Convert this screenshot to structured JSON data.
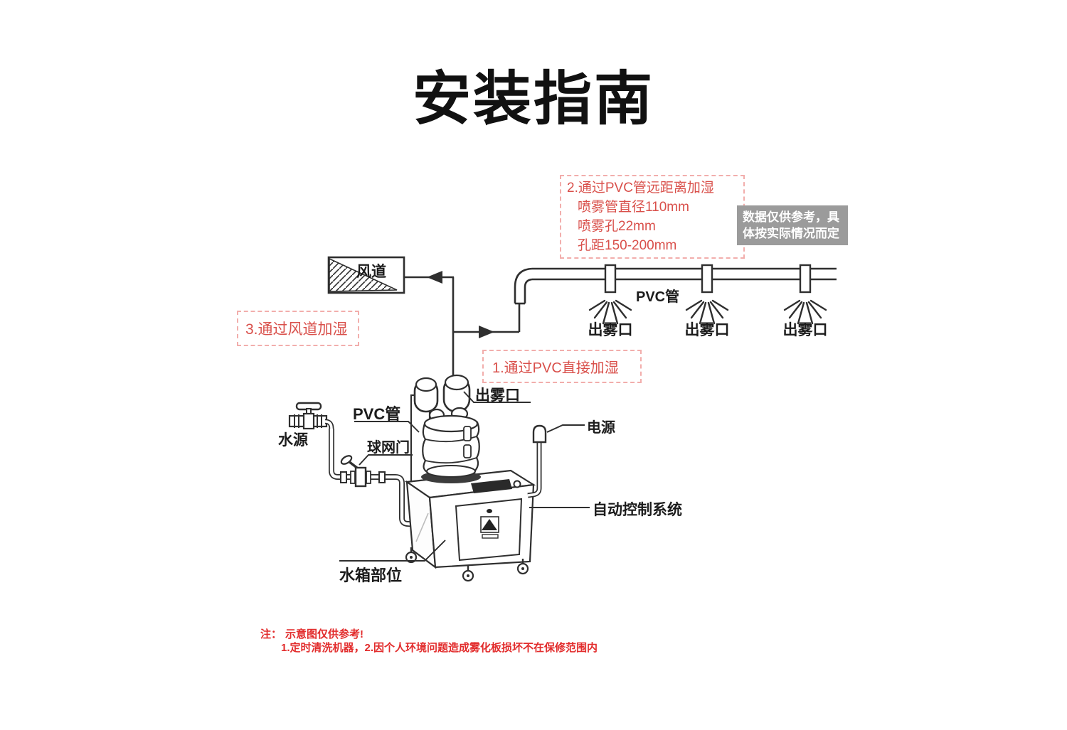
{
  "title": "安装指南",
  "boxes": {
    "method2": {
      "title": "2.通过PVC管远距离加湿",
      "specs": [
        "喷雾管直径110mm",
        "喷雾孔22mm",
        "孔距150-200mm"
      ]
    },
    "method3": {
      "text": "3.通过风道加湿"
    },
    "method1": {
      "text": "1.通过PVC直接加湿"
    },
    "data_note": {
      "text": "数据仅供参考，具体按实际情况而定"
    }
  },
  "labels": {
    "duct": "风道",
    "pvc_overhead": "PVC管",
    "mist_outlets": [
      "出雾口",
      "出雾口",
      "出雾口"
    ],
    "mist_machine": "出雾口",
    "pvc_machine": "PVC管",
    "water_source": "水源",
    "ball_valve": "球网门",
    "power": "电源",
    "auto_control": "自动控制系统",
    "water_tank": "水箱部位"
  },
  "footnote": {
    "prefix": "注：",
    "line1": "示意图仅供参考!",
    "line2": "1.定时清洗机器，2.因个人环境问题造成雾化板损坏不在保修范围内"
  },
  "icons": {
    "duct": "hatched-duct-box",
    "mist_spray": "radiating-spray-lines",
    "water_source": "tap-valve",
    "ball_valve": "lever-valve",
    "power": "plug-with-cord",
    "machine": "humidifier-cabinet-with-bottle"
  },
  "colors": {
    "annotation_red": "#d9504b",
    "footnote_red": "#e22c2c",
    "dashed_border_pink": "#f2aeac",
    "gray_note_bg": "#9b9b9b",
    "line_art": "#2f2f2f",
    "background": "#ffffff"
  }
}
